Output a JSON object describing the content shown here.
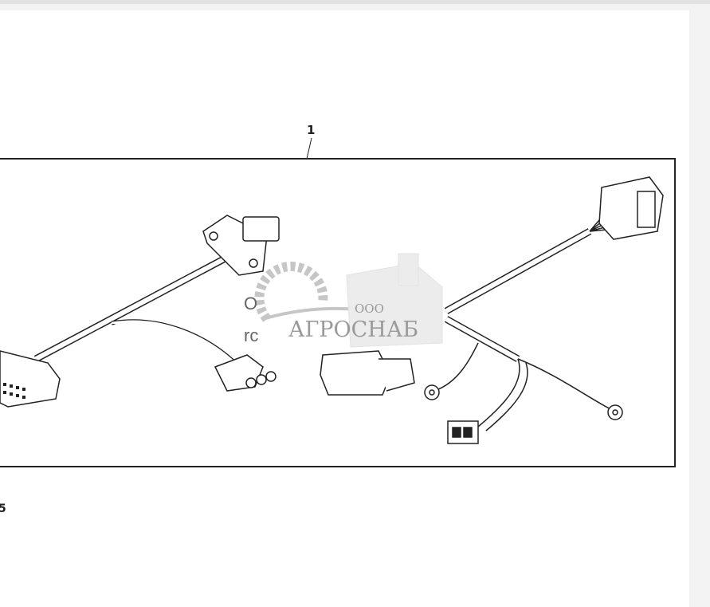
{
  "diagram": {
    "callout_number": "1",
    "partial_label": "5",
    "text_fragments": [
      "O",
      "rc"
    ]
  },
  "watermark": {
    "prefix": "ООО",
    "name": "АГРОСНАБ"
  },
  "colors": {
    "line": "#222222",
    "watermark": "#9a9a9a",
    "background": "#ffffff"
  }
}
